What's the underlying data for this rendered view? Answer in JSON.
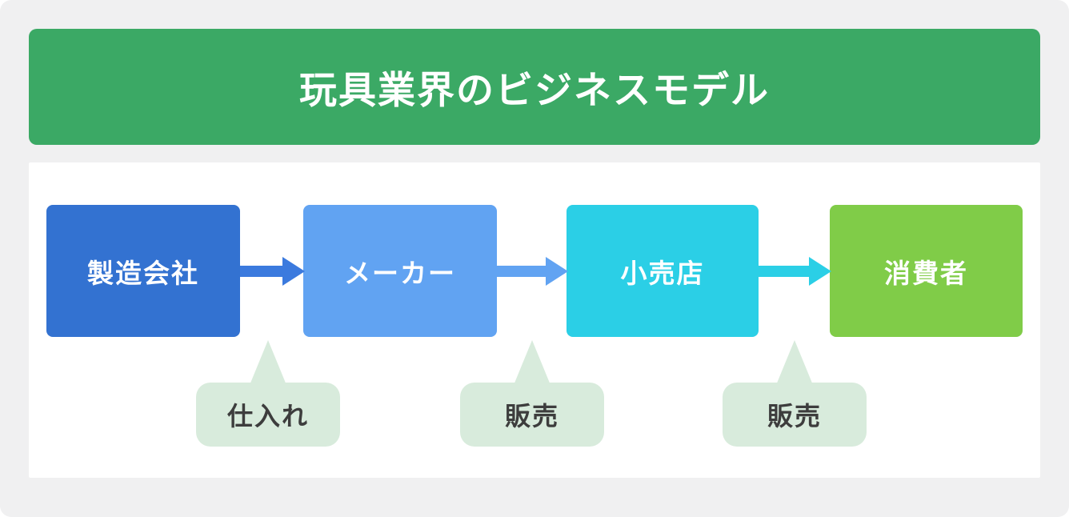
{
  "colors": {
    "page_bg": "#ffffff",
    "card_bg": "#f0f0f1",
    "banner_bg": "#3ba965",
    "banner_text": "#ffffff",
    "panel_bg": "#ffffff",
    "node_text": "#ffffff",
    "bubble_bg": "#d8ebdc",
    "bubble_text": "#3d3d3d"
  },
  "header": {
    "title": "玩具業界のビジネスモデル"
  },
  "diagram": {
    "nodes": [
      {
        "label": "製造会社",
        "color": "#3372d1"
      },
      {
        "label": "メーカー",
        "color": "#61a3f2"
      },
      {
        "label": "小売店",
        "color": "#2bcfe6"
      },
      {
        "label": "消費者",
        "color": "#80cc48"
      }
    ],
    "arrows": [
      {
        "from": "製造会社",
        "to": "メーカー",
        "color": "#3b7ade"
      },
      {
        "from": "メーカー",
        "to": "小売店",
        "color": "#61a3f2"
      },
      {
        "from": "小売店",
        "to": "消費者",
        "color": "#2bcfe6"
      }
    ],
    "bubbles": [
      {
        "label": "仕入れ",
        "points_at": "製造会社→メーカー"
      },
      {
        "label": "販売",
        "points_at": "メーカー→小売店"
      },
      {
        "label": "販売",
        "points_at": "小売店→消費者"
      }
    ]
  }
}
